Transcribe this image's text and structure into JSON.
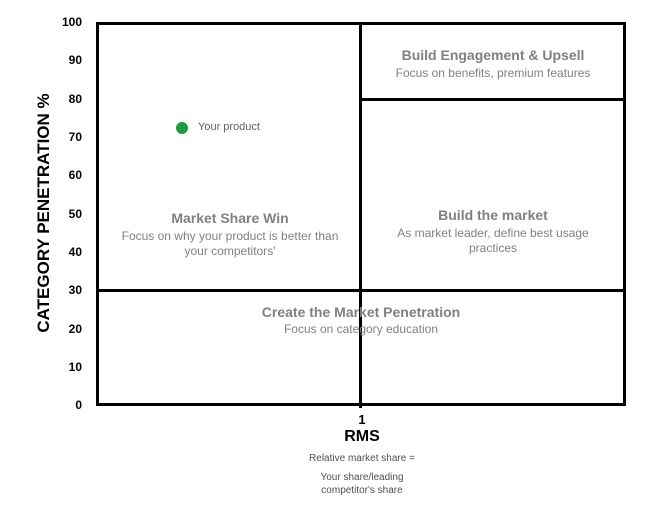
{
  "y_axis": {
    "label": "CATEGORY PENETRATION %",
    "ticks": [
      "100",
      "90",
      "80",
      "70",
      "60",
      "50",
      "40",
      "30",
      "20",
      "10",
      "0"
    ]
  },
  "x_axis": {
    "tick": "1",
    "label": "RMS",
    "note_line1": "Relative market share =",
    "note_line2": "Your share/leading",
    "note_line3": "competitor's share"
  },
  "quadrants": {
    "top_right": {
      "title": "Build Engagement & Upsell",
      "subtitle": "Focus on benefits, premium features"
    },
    "middle_right": {
      "title": "Build the market",
      "subtitle_line1": "As market leader, define best usage",
      "subtitle_line2": "practices"
    },
    "left": {
      "title": "Market Share Win",
      "subtitle_line1": "Focus on why your product is better than",
      "subtitle_line2": "your competitors'"
    },
    "bottom": {
      "title": "Create the Market Penetration",
      "subtitle": "Focus on category education"
    }
  },
  "marker": {
    "label": "Your product",
    "color": "#1f9a3d",
    "penetration": 72
  },
  "colors": {
    "quadrant_text": "#808080",
    "lines": "#000000"
  }
}
